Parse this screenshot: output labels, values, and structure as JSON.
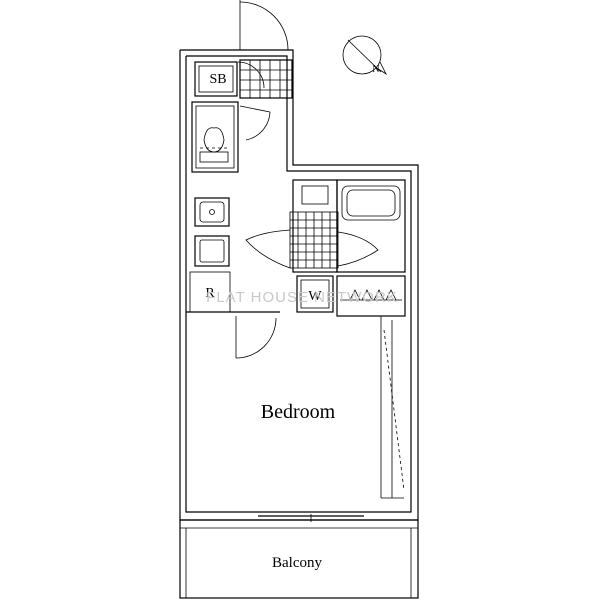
{
  "rooms": {
    "bedroom": "Bedroom",
    "balcony": "Balcony",
    "shoe_box": "SB",
    "refrigerator": "R",
    "washer": "W"
  },
  "watermark": "FLAT HOUSE NETWORK",
  "compass": {
    "icon": "north-arrow-icon",
    "north_letter": "N"
  },
  "colors": {
    "line": "#000000",
    "background": "#ffffff",
    "watermark": "#c9c9c9"
  }
}
